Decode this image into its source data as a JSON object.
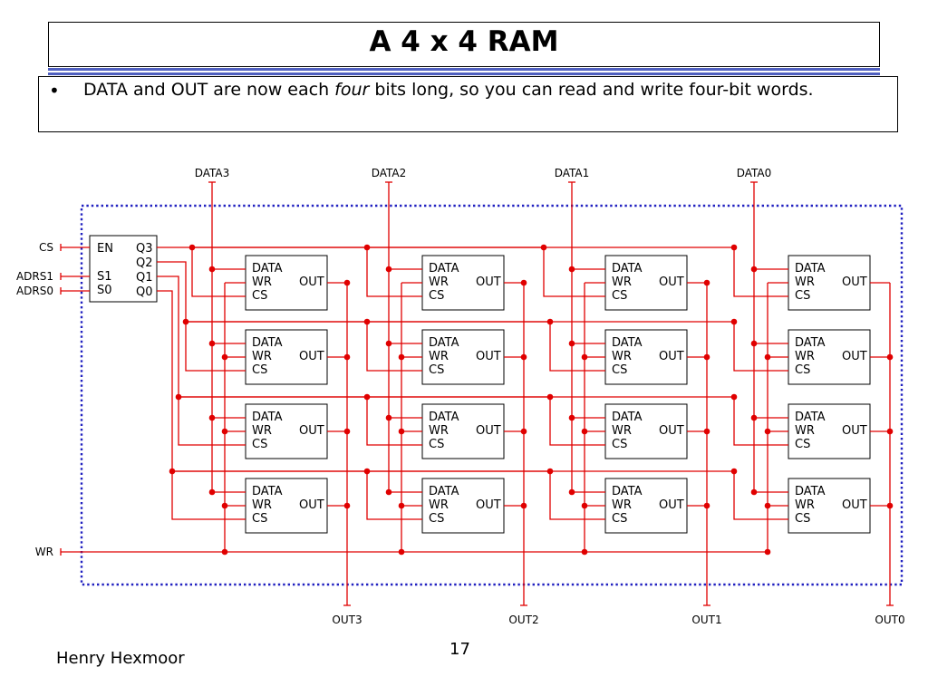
{
  "slide": {
    "title": "A 4 x 4 RAM",
    "bullet": {
      "marker": "•",
      "text_before": "DATA and OUT are now each ",
      "text_emphasis": "four",
      "text_after": " bits long, so you can read and write four-bit words."
    },
    "author": "Henry Hexmoor",
    "page_number": "17"
  },
  "diagram": {
    "data_inputs": [
      "DATA3",
      "DATA2",
      "DATA1",
      "DATA0"
    ],
    "outputs": [
      "OUT3",
      "OUT2",
      "OUT1",
      "OUT0"
    ],
    "left_inputs": [
      "CS",
      "ADRS1",
      "ADRS0",
      "WR"
    ],
    "decoder": {
      "enable": "EN",
      "selects": [
        "S1",
        "S0"
      ],
      "outputs": [
        "Q3",
        "Q2",
        "Q1",
        "Q0"
      ]
    },
    "cell_ports": {
      "data": "DATA",
      "write": "WR",
      "chip_select": "CS",
      "output": "OUT"
    },
    "rows": 4,
    "columns": 4,
    "colors": {
      "wire": "#e00000",
      "boundary": "#2020c0",
      "outline": "#000000"
    }
  }
}
